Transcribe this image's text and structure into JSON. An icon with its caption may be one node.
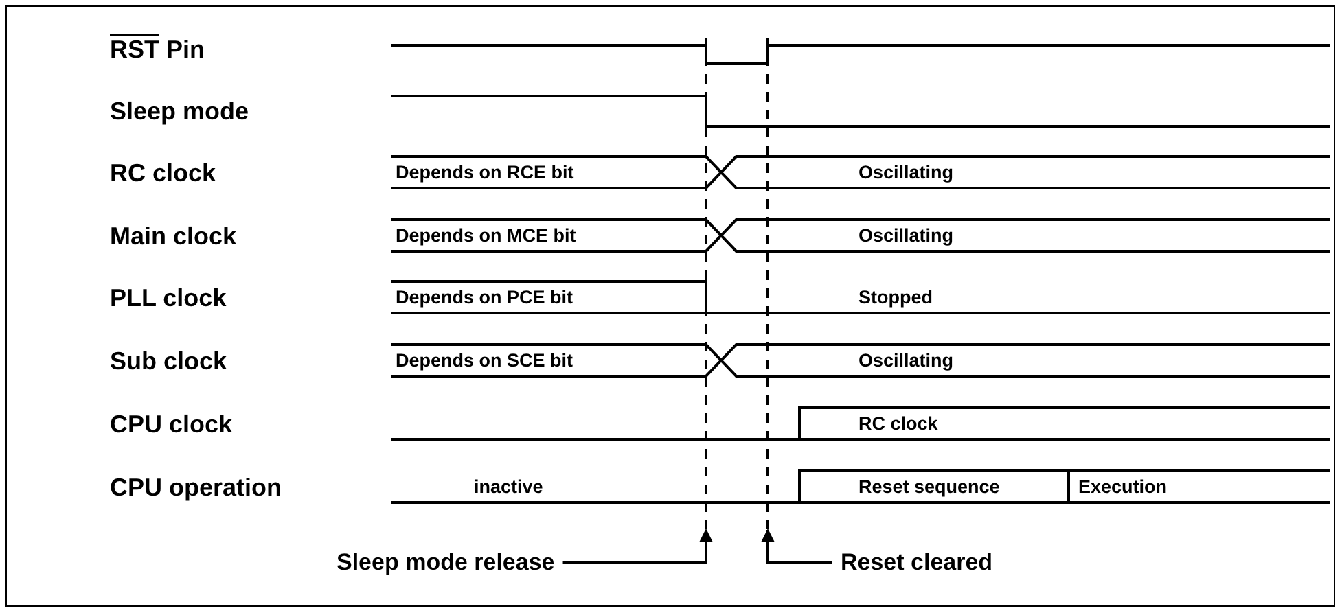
{
  "diagram": {
    "nodes": [
      {
        "text": [
          "Sleep mode release"
        ]
      },
      {
        "text": [
          "Reset cleared"
        ]
      }
    ],
    "edges": [
      {
        "from": 0,
        "to": null,
        "arrow": "to"
      },
      {
        "from": 1,
        "to": null,
        "arrow": "to"
      }
    ],
    "labels": [
      "RST Pin",
      "Sleep mode",
      "RC clock",
      "Depends on RCE bit",
      "Oscillating",
      "Main clock",
      "Depends on MCE bit",
      "Oscillating",
      "PLL clock",
      "Depends on PCE bit",
      "Stopped",
      "Sub clock",
      "Depends on SCE bit",
      "Oscillating",
      "CPU clock",
      "RC clock",
      "CPU operation",
      "inactive",
      "Reset sequence",
      "Execution"
    ]
  }
}
